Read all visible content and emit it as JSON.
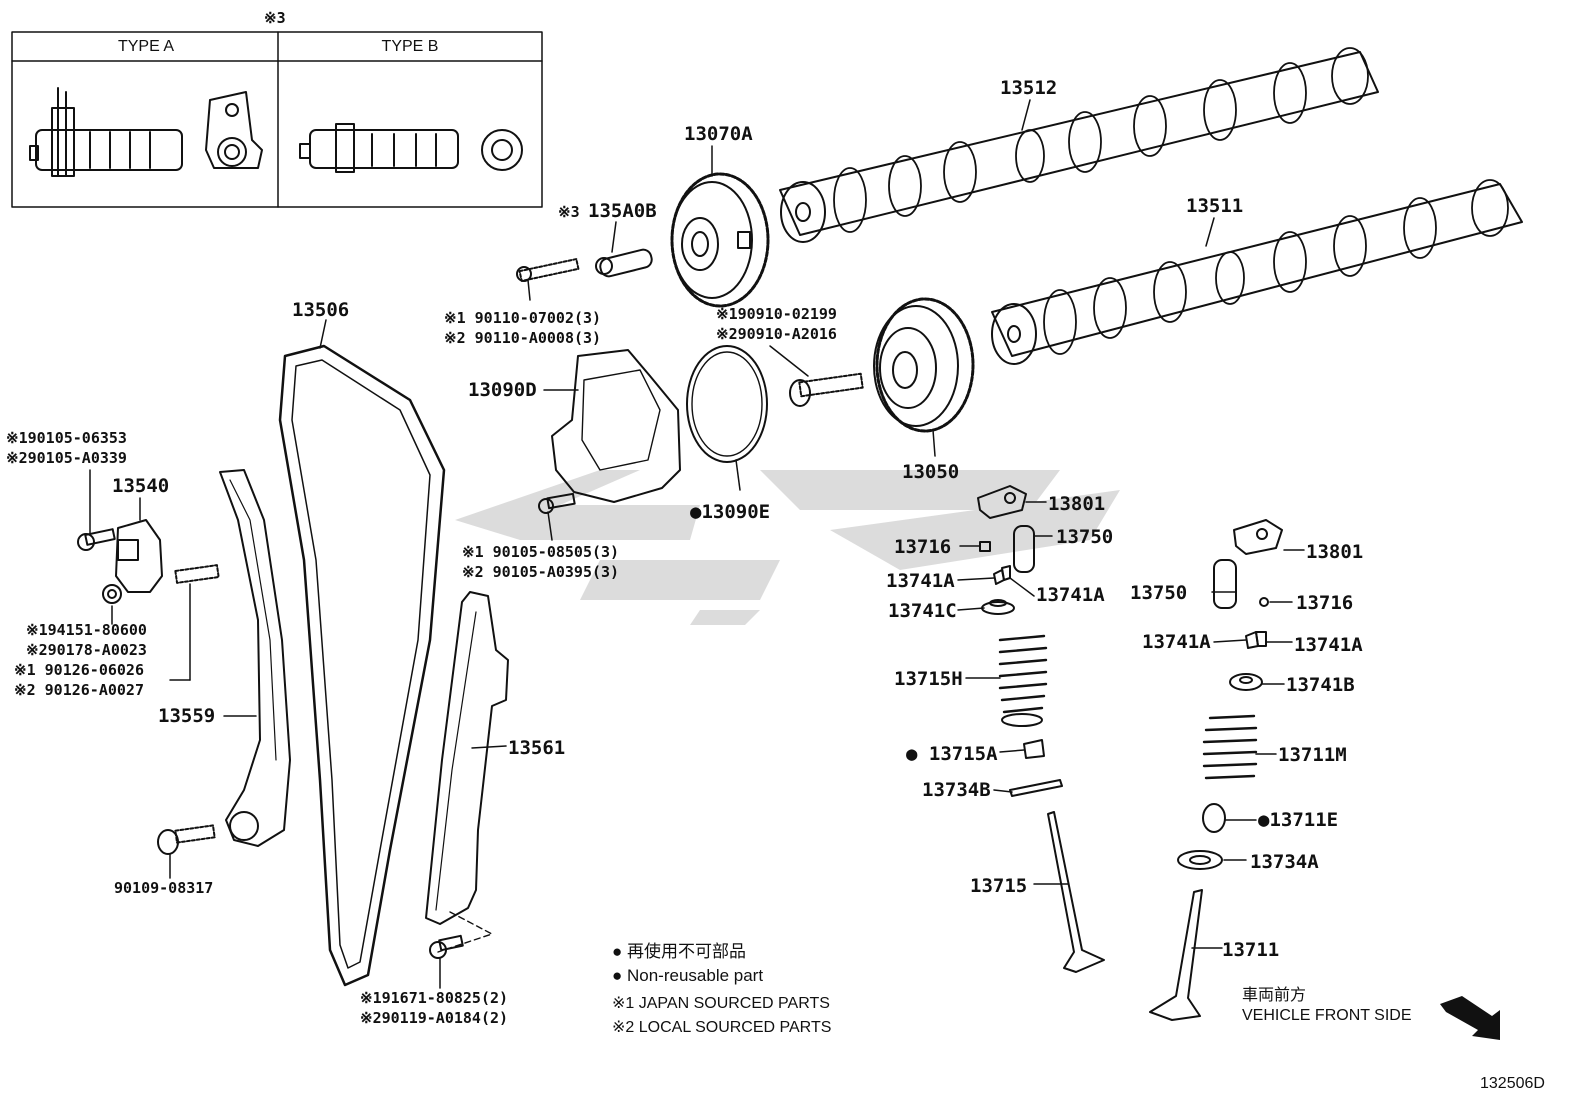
{
  "note_mark_top": "※3",
  "type_box": {
    "type_a": "TYPE A",
    "type_b": "TYPE B"
  },
  "parts": {
    "p13512": "13512",
    "p13511": "13511",
    "p13070A": "13070A",
    "p135A0B_prefix": "※3",
    "p135A0B": "135A0B",
    "bolt_a1": "※1 90110-07002(3)",
    "bolt_a2": "※2 90110-A0008(3)",
    "p13506": "13506",
    "bolt_b1": "※190910-02199",
    "bolt_b2": "※290910-A2016",
    "p13090D": "13090D",
    "p13090E": "●13090E",
    "p13050": "13050",
    "bolt_c1": "※190105-06353",
    "bolt_c2": "※290105-A0339",
    "p13540": "13540",
    "bolt_d1": "※1 90105-08505(3)",
    "bolt_d2": "※2 90105-A0395(3)",
    "p13801a": "13801",
    "p13750a": "13750",
    "p13716a": "13716",
    "p13741Aa": "13741A",
    "p13741Ab": "13741A",
    "p13741C": "13741C",
    "p13801b": "13801",
    "p13750b": "13750",
    "p13716b": "13716",
    "p13741Ac": "13741A",
    "p13741Ad": "13741A",
    "p13741B": "13741B",
    "nut_1": "※194151-80600",
    "nut_2": "※290178-A0023",
    "stud_1": "※1 90126-06026",
    "stud_2": "※2 90126-A0027",
    "p13559": "13559",
    "p13561": "13561",
    "p13715H": "13715H",
    "p13715A": "● 13715A",
    "p13711M": "13711M",
    "p13734B": "13734B",
    "p13711E": "●13711E",
    "p13734A": "13734A",
    "p90109": "90109-08317",
    "p13715": "13715",
    "p13711": "13711",
    "bolt_e1": "※191671-80825(2)",
    "bolt_e2": "※290119-A0184(2)"
  },
  "legend": {
    "nonreuse_jp": "● 再使用不可部品",
    "nonreuse_en": "● Non-reusable part",
    "src1": "※1 JAPAN SOURCED PARTS",
    "src2": "※2 LOCAL SOURCED PARTS"
  },
  "front_side": {
    "jp": "車両前方",
    "en": "VEHICLE FRONT SIDE"
  },
  "diagram_id": "132506D"
}
